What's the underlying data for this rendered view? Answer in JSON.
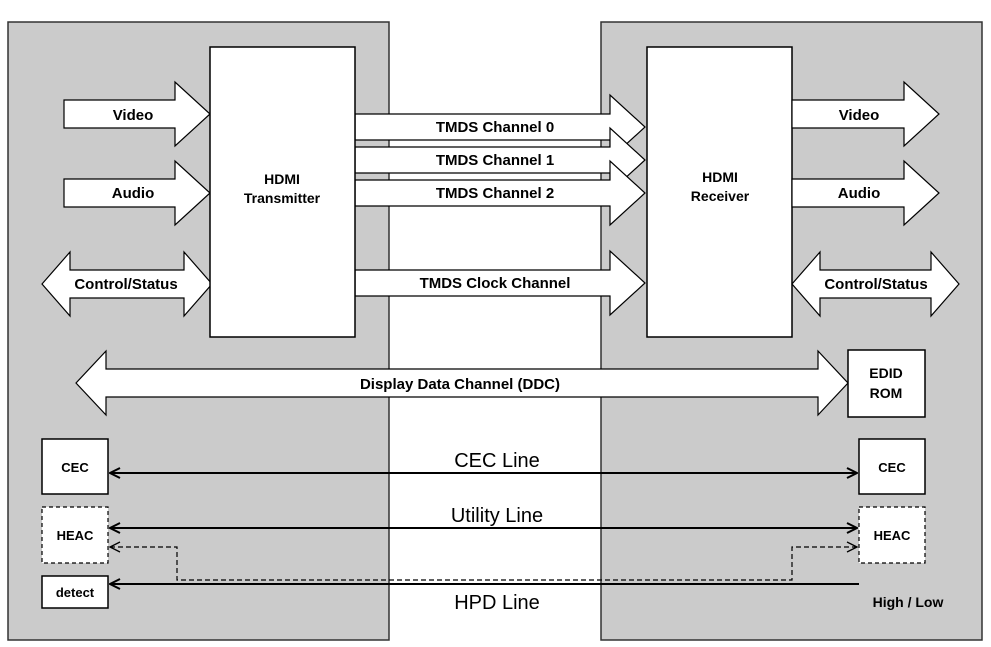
{
  "transmitter": {
    "block_line1": "HDMI",
    "block_line2": "Transmitter",
    "inputs": [
      "Video",
      "Audio",
      "Control/Status"
    ],
    "cec_label": "CEC",
    "heac_label": "HEAC",
    "detect_label": "detect"
  },
  "receiver": {
    "block_line1": "HDMI",
    "block_line2": "Receiver",
    "outputs": [
      "Video",
      "Audio",
      "Control/Status"
    ],
    "edid_line1": "EDID",
    "edid_line2": "ROM",
    "cec_label": "CEC",
    "heac_label": "HEAC",
    "hpd_state": "High / Low"
  },
  "channels": {
    "tmds": [
      "TMDS Channel 0",
      "TMDS Channel 1",
      "TMDS Channel 2"
    ],
    "clock": "TMDS Clock Channel",
    "ddc": "Display Data Channel (DDC)"
  },
  "lines": {
    "cec": "CEC Line",
    "utility": "Utility Line",
    "hpd": "HPD Line"
  }
}
